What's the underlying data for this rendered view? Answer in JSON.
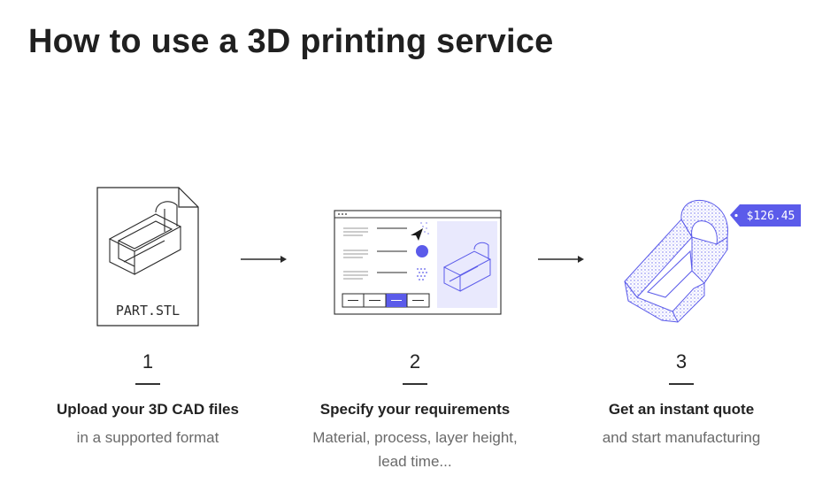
{
  "page": {
    "title": "How to use a 3D printing service"
  },
  "steps": [
    {
      "number": "1",
      "heading": "Upload your 3D CAD files",
      "sub": "in a supported format",
      "file_label": "PART.STL"
    },
    {
      "number": "2",
      "heading": "Specify your requirements",
      "sub": "Material, process, layer height, lead time..."
    },
    {
      "number": "3",
      "heading": "Get an instant quote",
      "sub": "and start manufacturing",
      "price_tag": "$126.45"
    }
  ],
  "colors": {
    "accent": "#5b5bea",
    "accent_light": "#e9e9fd",
    "line": "#2a2a2a",
    "muted_text": "#6a6a6a"
  }
}
